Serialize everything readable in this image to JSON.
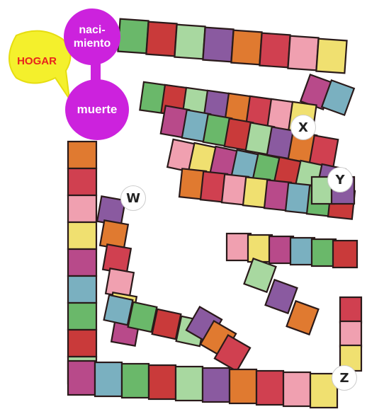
{
  "bubbles": {
    "hogar": "HOGAR",
    "nacimiento": "naci-\nmiento",
    "muerte": "muerte"
  },
  "markers": {
    "w": "W",
    "x": "X",
    "y": "Y",
    "z": "Z"
  },
  "colors": {
    "hogar_fill": "#f4f02c",
    "hogar_text": "#e8231b",
    "magenta": "#cc22dd",
    "outline": "#2a1a1a",
    "tiles": [
      "#c93a3a",
      "#e07a30",
      "#f0e070",
      "#6ab86a",
      "#8a5aa0",
      "#f0a0b0",
      "#7ab0c0",
      "#a8d8a0",
      "#d04050",
      "#b84a8a"
    ]
  },
  "path_segments": [
    "top-row",
    "upper-snake",
    "middle-snake",
    "right-loop",
    "left-column",
    "lower-curve",
    "bottom-row"
  ]
}
